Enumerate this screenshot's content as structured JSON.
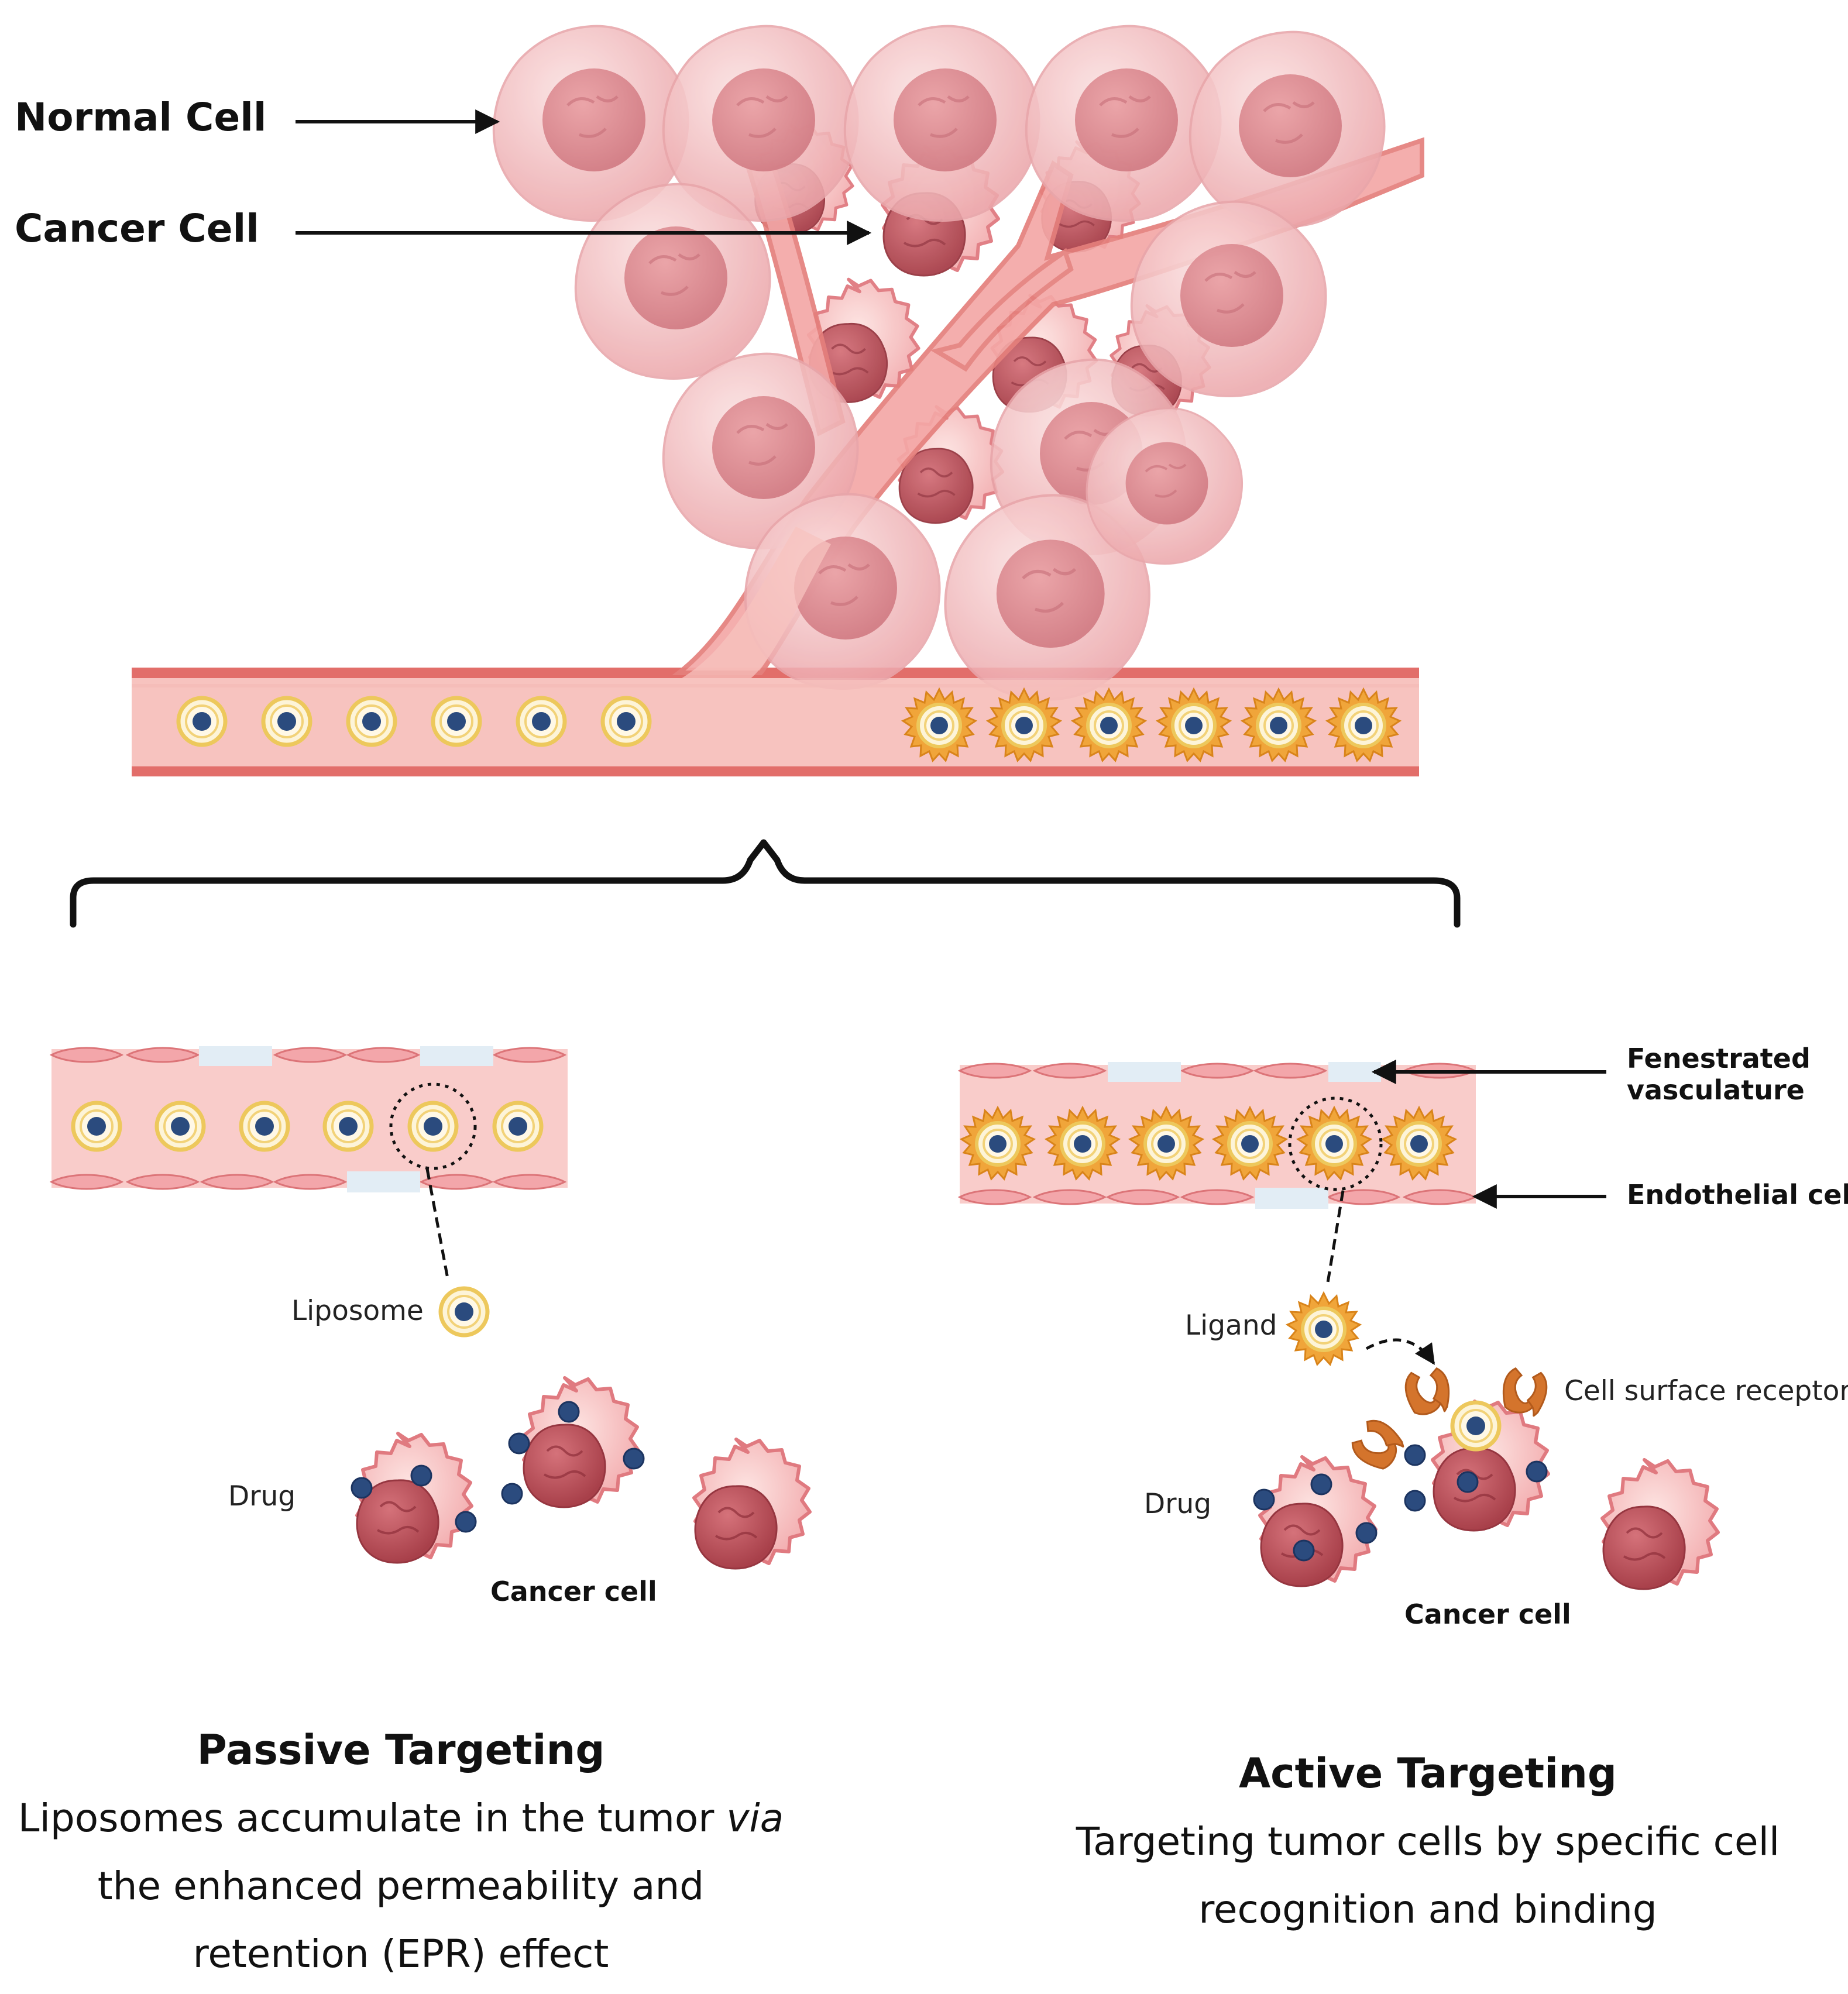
{
  "labels": {
    "normal_cell": "Normal Cell",
    "cancer_cell": "Cancer Cell",
    "fenestrated_vasculature": "Fenestrated vasculature",
    "endothelial_cell": "Endothelial cell",
    "liposome": "Liposome",
    "ligand": "Ligand",
    "cell_surface_receptor": "Cell surface receptor",
    "drug_left": "Drug",
    "drug_right": "Drug",
    "cancer_cell_left": "Cancer cell",
    "cancer_cell_right": "Cancer cell"
  },
  "passive": {
    "title": "Passive Targeting",
    "line1_pre": "Liposomes accumulate in the tumor ",
    "line1_italic": "via",
    "line2": "the enhanced permeability and",
    "line3": "retention (EPR) effect"
  },
  "active": {
    "title": "Active Targeting",
    "line1": "Targeting tumor cells by specific cell",
    "line2": "recognition and binding"
  },
  "colors": {
    "vessel_wall": "#e06e6e",
    "vessel_lumen": "#f7c4c0",
    "normal_cell": "#f2b6b8",
    "cancer_nucleus": "#c0565e",
    "liposome_ring": "#f0d070",
    "ligand_spikes": "#e8962a",
    "drug": "#2a4a7a",
    "receptor": "#d0702a"
  }
}
